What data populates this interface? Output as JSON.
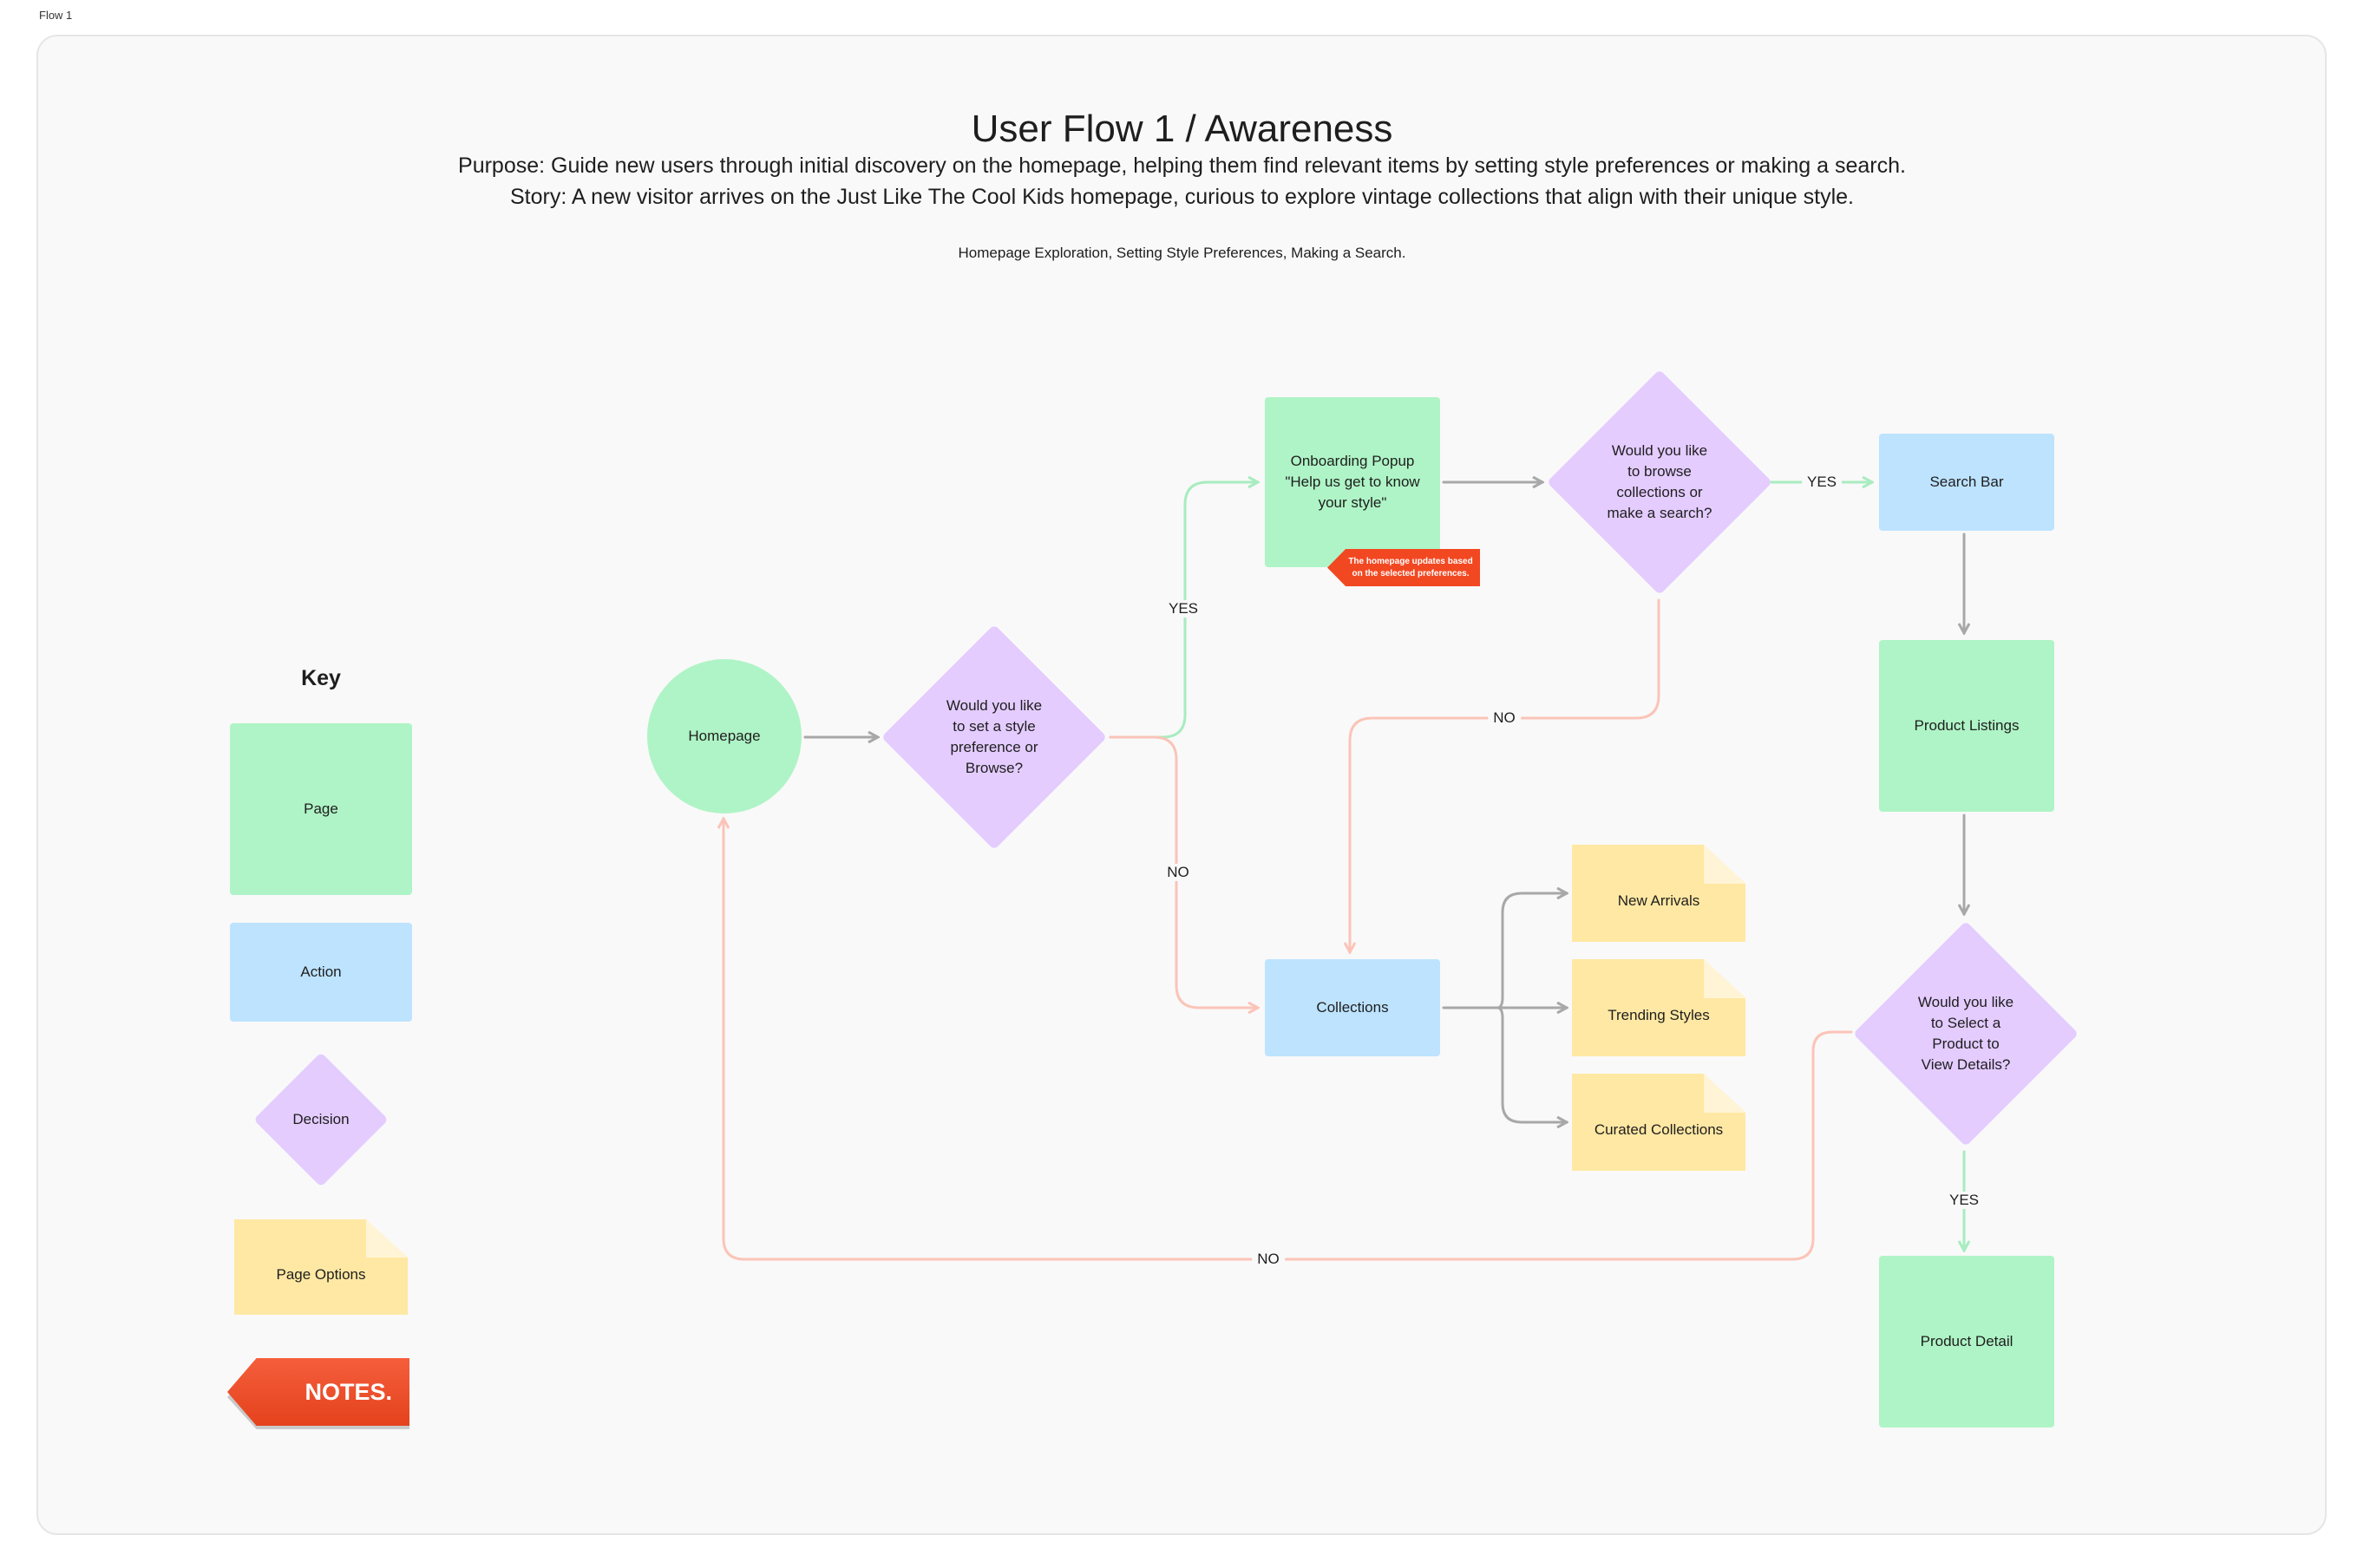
{
  "frame": {
    "label": "Flow 1"
  },
  "header": {
    "title": "User Flow 1 / Awareness",
    "purpose": "Purpose: Guide new users through initial discovery on the homepage, helping them find relevant items by setting style preferences or making a search.",
    "story": "Story: A new visitor arrives on the Just Like The Cool Kids homepage, curious to explore vintage collections that align with their unique style.",
    "sections": "Homepage Exploration, Setting Style Preferences, Making a Search."
  },
  "key": {
    "title": "Key",
    "page": "Page",
    "action": "Action",
    "decision": "Decision",
    "page_options": "Page Options",
    "notes": "NOTES."
  },
  "nodes": {
    "homepage": "Homepage",
    "decision_style": "Would you like\nto set a style\npreference or\nBrowse?",
    "onboarding": "Onboarding Popup\n\"Help us get to know\nyour style\"",
    "decision_browse": "Would you like\nto browse\ncollections or\nmake a search?",
    "search_bar": "Search Bar",
    "product_listings": "Product Listings",
    "decision_select": "Would you like\nto Select a\nProduct to\nView Details?",
    "product_detail": "Product Detail",
    "collections": "Collections",
    "new_arrivals": "New Arrivals",
    "trending_styles": "Trending Styles",
    "curated_collections": "Curated Collections"
  },
  "note": "The homepage updates based\non the selected preferences.",
  "edge_labels": {
    "style_yes": "YES",
    "style_no": "NO",
    "browse_no": "NO",
    "browse_yes": "YES",
    "select_yes": "YES",
    "select_no": "NO"
  },
  "colors": {
    "page": "#aff4c6",
    "action": "#bde3ff",
    "decision": "#e4ccff",
    "option": "#ffe8a3",
    "note": "#f24822",
    "edge_gray": "#a8a8a8",
    "edge_green": "#a8ecc0",
    "edge_red": "#fbc4b8"
  }
}
